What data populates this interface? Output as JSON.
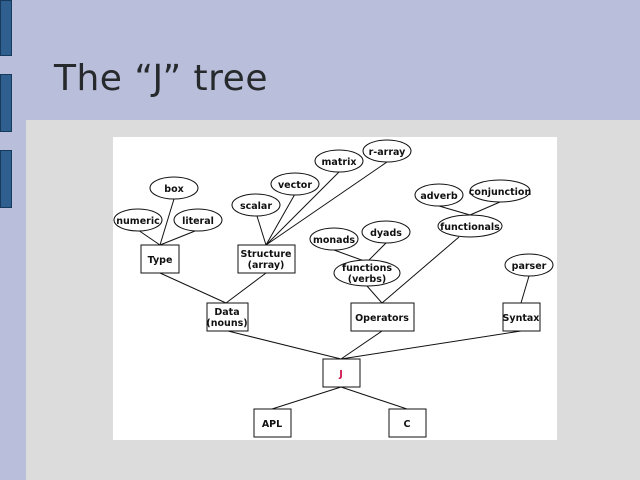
{
  "slide": {
    "title": "The “J” tree"
  },
  "diagram": {
    "nodes": {
      "box": "box",
      "numeric": "numeric",
      "literal": "literal",
      "type": "Type",
      "scalar": "scalar",
      "vector": "vector",
      "matrix": "matrix",
      "r_array": "r-array",
      "structure_1": "Structure",
      "structure_2": "(array)",
      "adverb": "adverb",
      "conjunction": "conjunction",
      "functionals": "functionals",
      "monads": "monads",
      "dyads": "dyads",
      "functions_1": "functions",
      "functions_2": "(verbs)",
      "parser": "parser",
      "data_1": "Data",
      "data_2": "(nouns)",
      "operators": "Operators",
      "syntax": "Syntax",
      "j": "J",
      "apl": "APL",
      "c": "C"
    },
    "root_color": "#d0104a"
  }
}
